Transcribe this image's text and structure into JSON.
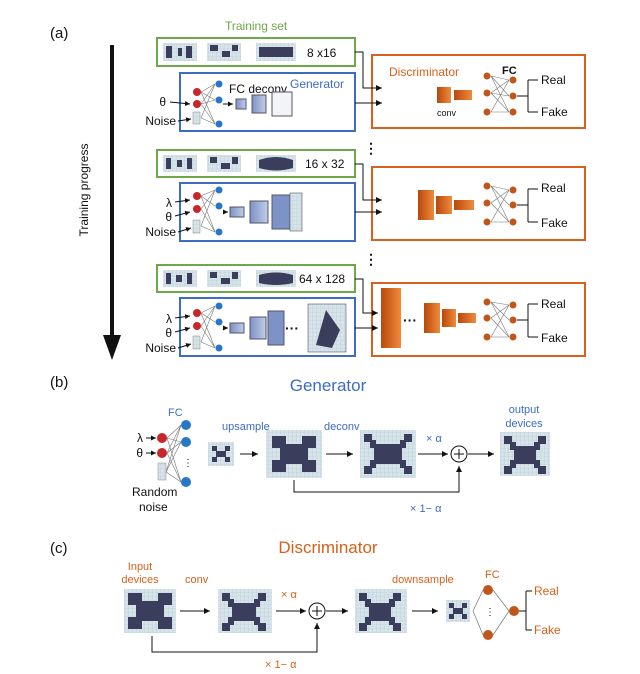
{
  "panel_a": {
    "label": "(a)",
    "axis_label": "Training progress",
    "training_set_title": "Training set",
    "generator_title": "Generator",
    "discriminator_title": "Discriminator",
    "fc_label": "FC",
    "deconv_label": "FC deconv",
    "conv_label": "conv",
    "real": "Real",
    "fake": "Fake",
    "theta": "θ",
    "lambda": "λ",
    "noise": "Noise",
    "sizes": [
      "8 x16",
      "16 x 32",
      "64 x 128"
    ]
  },
  "panel_b": {
    "label": "(b)",
    "title": "Generator",
    "fc": "FC",
    "upsample": "upsample",
    "deconv": "deconv",
    "alpha": "× α",
    "one_minus_alpha": "× 1− α",
    "output": "output",
    "devices": "devices",
    "random": "Random",
    "noise": "noise",
    "lambda": "λ",
    "theta": "θ"
  },
  "panel_c": {
    "label": "(c)",
    "title": "Discriminator",
    "input": "Input",
    "devices": "devices",
    "conv": "conv",
    "alpha": "× α",
    "one_minus_alpha": "× 1− α",
    "downsample": "downsample",
    "fc": "FC",
    "real": "Real",
    "fake": "Fake"
  },
  "colors": {
    "generator": "#3d6cc4",
    "discriminator": "#d8601a",
    "training": "#6fa84a",
    "pattern_dark": "#3a3d5c",
    "pattern_light": "#d6e4ea"
  }
}
